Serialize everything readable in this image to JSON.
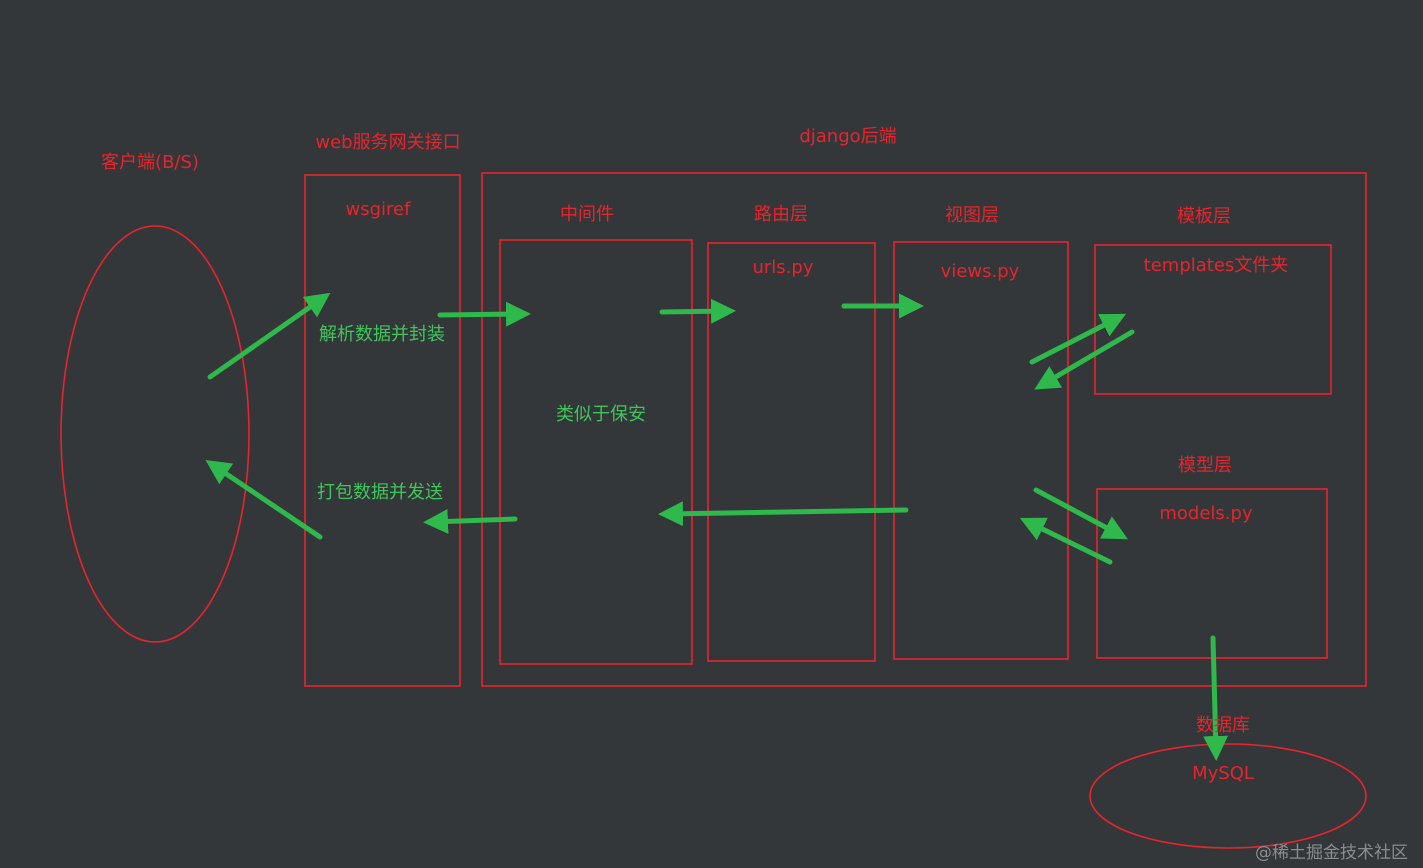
{
  "colors": {
    "background": "#343739",
    "shape_red": "#e8242c",
    "arrow_green": "#2fb84b",
    "text_green": "#3ec65a"
  },
  "labels": {
    "client": "客户端(B/S)",
    "gateway_title": "web服务网关接口",
    "gateway_module": "wsgiref",
    "parse_and_wrap": "解析数据并封装",
    "pack_and_send": "打包数据并发送",
    "django_backend": "django后端",
    "middleware": "中间件",
    "middleware_note": "类似于保安",
    "routing_layer": "路由层",
    "routing_file": "urls.py",
    "view_layer": "视图层",
    "view_file": "views.py",
    "template_layer": "模板层",
    "template_folder": "templates文件夹",
    "model_layer": "模型层",
    "model_file": "models.py",
    "database": "数据库",
    "database_name": "MySQL"
  },
  "watermark": "@稀土掘金技术社区"
}
